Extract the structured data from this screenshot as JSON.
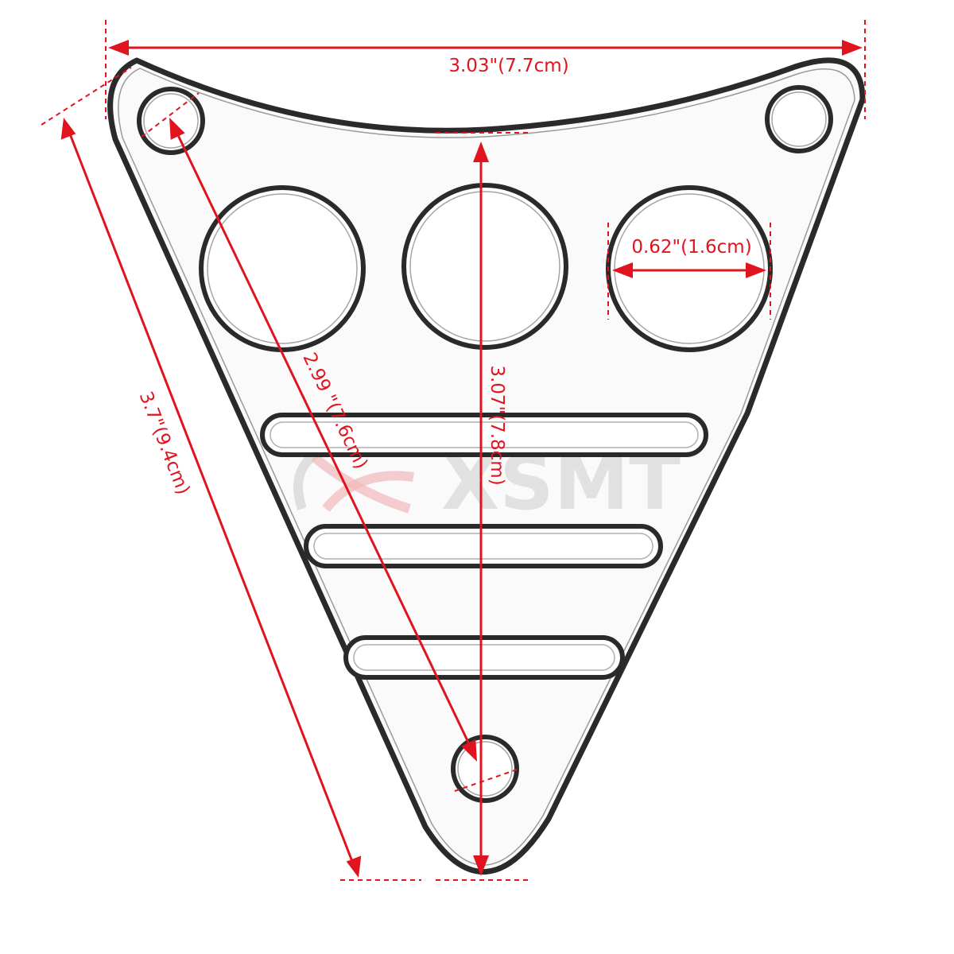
{
  "dimensions": {
    "width": "3.03\"(7.7cm)",
    "height": "3.07\"(7.8cm)",
    "side_length": "3.7\"(9.4cm)",
    "hole_spacing": "2.99 \"(7.6cm)",
    "hole_diameter": "0.62\"(1.6cm)"
  },
  "watermark": {
    "text": "XSMT"
  },
  "colors": {
    "dimension": "#e0141e",
    "outline": "#2a2a2a",
    "plate_fill": "#fafafa"
  }
}
